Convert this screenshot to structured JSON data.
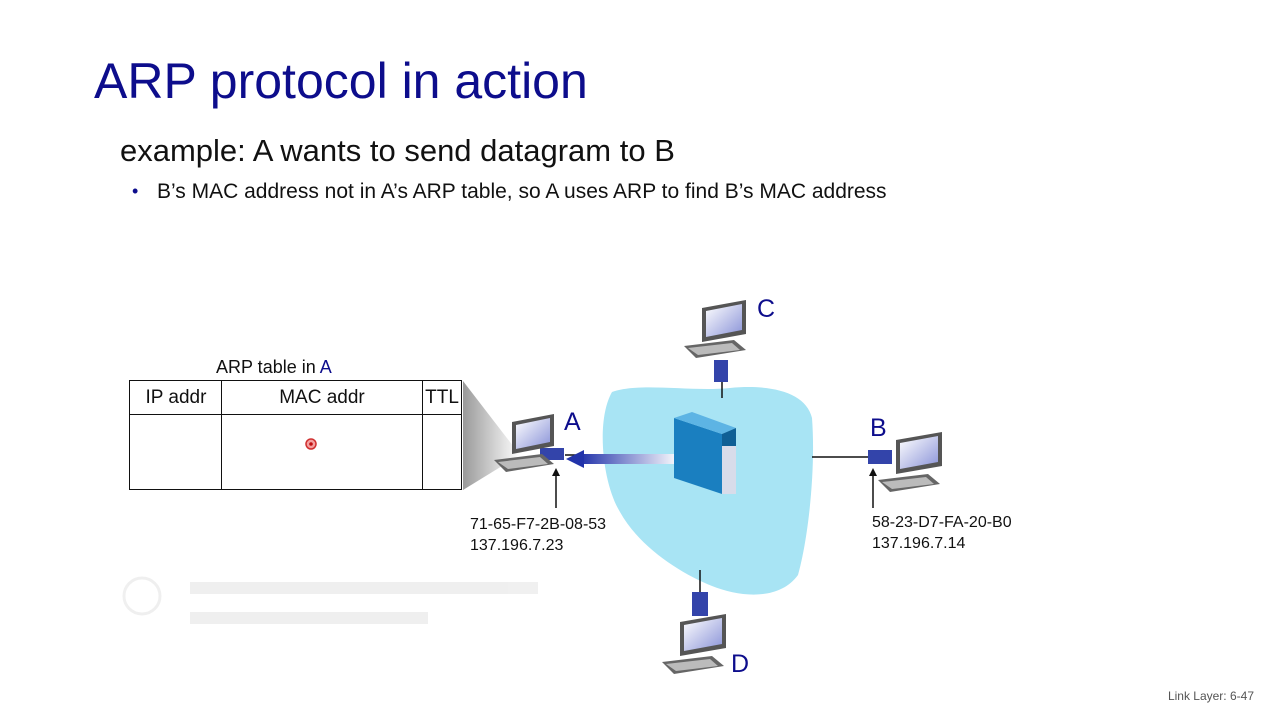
{
  "slide": {
    "title": "ARP protocol in action",
    "subtitle": "example: A wants to send datagram to B",
    "bullet": "B’s MAC address not in A’s ARP table, so A uses ARP to find B’s MAC address",
    "footer": "Link Layer: 6-47"
  },
  "arp_table": {
    "caption_prefix": "ARP table in ",
    "caption_host": "A",
    "headers": {
      "ip": "IP addr",
      "mac": "MAC addr",
      "ttl": "TTL"
    }
  },
  "hosts": {
    "A": {
      "label": "A",
      "mac": "71-65-F7-2B-08-53",
      "ip": "137.196.7.23"
    },
    "B": {
      "label": "B",
      "mac": "58-23-D7-FA-20-B0",
      "ip": "137.196.7.14"
    },
    "C": {
      "label": "C"
    },
    "D": {
      "label": "D"
    }
  },
  "colors": {
    "title": "#0d0d8c",
    "network": "#a8e4f4",
    "switch": "#1a7fc0"
  }
}
